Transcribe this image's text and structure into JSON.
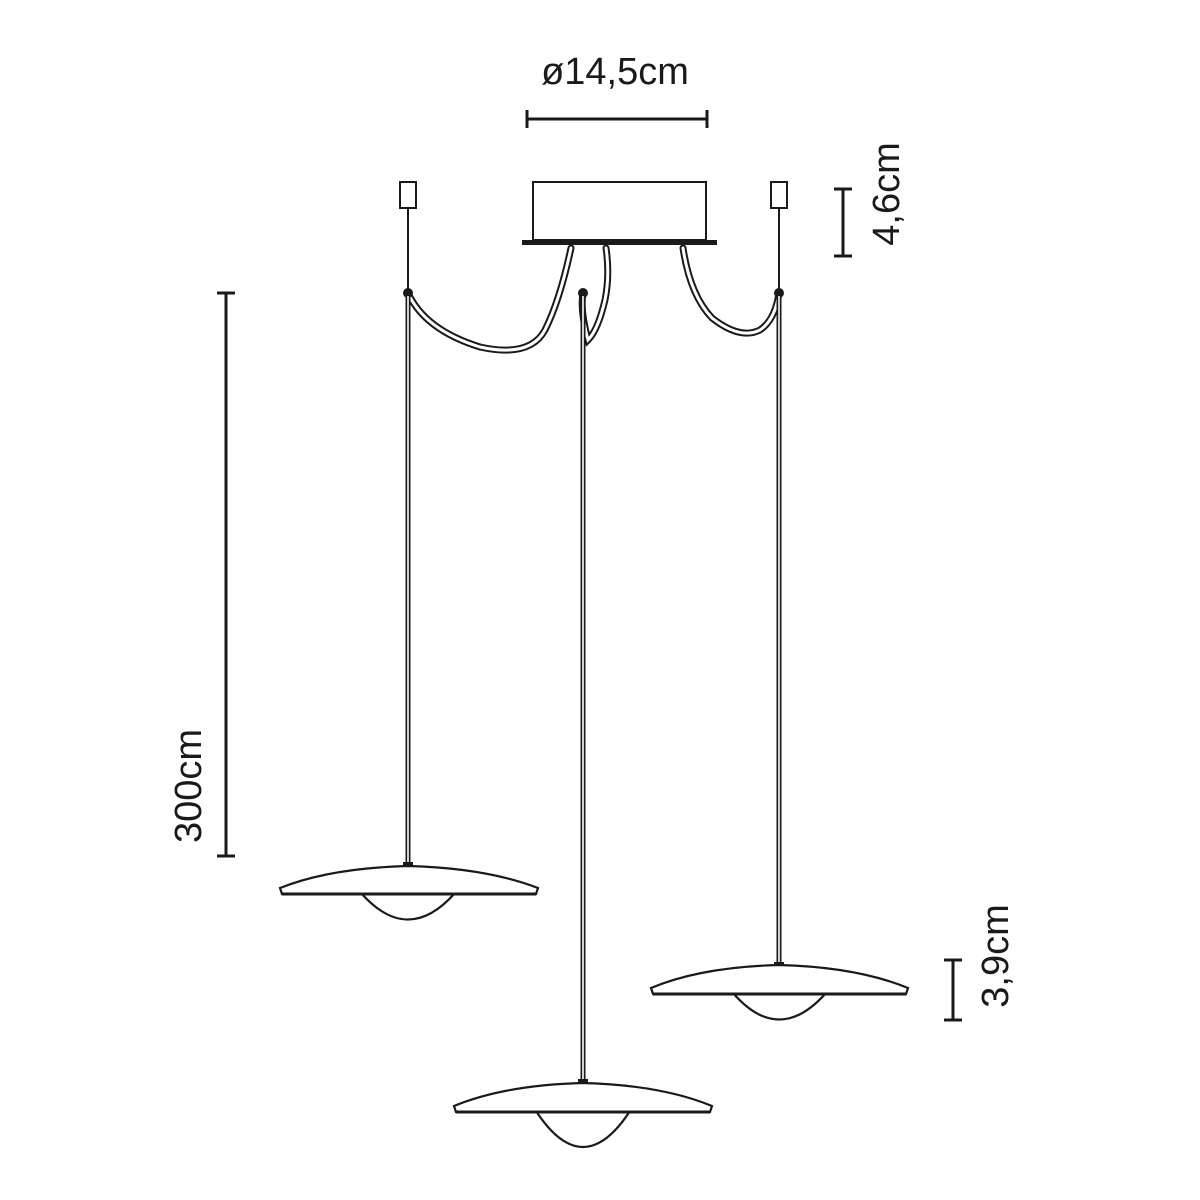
{
  "dimensions": {
    "canopy_diameter": "ø14,5cm",
    "canopy_height": "4,6cm",
    "cable_length": "300cm",
    "shade_height": "3,9cm"
  },
  "colors": {
    "line": "#1a1a1a",
    "background": "#ffffff"
  }
}
